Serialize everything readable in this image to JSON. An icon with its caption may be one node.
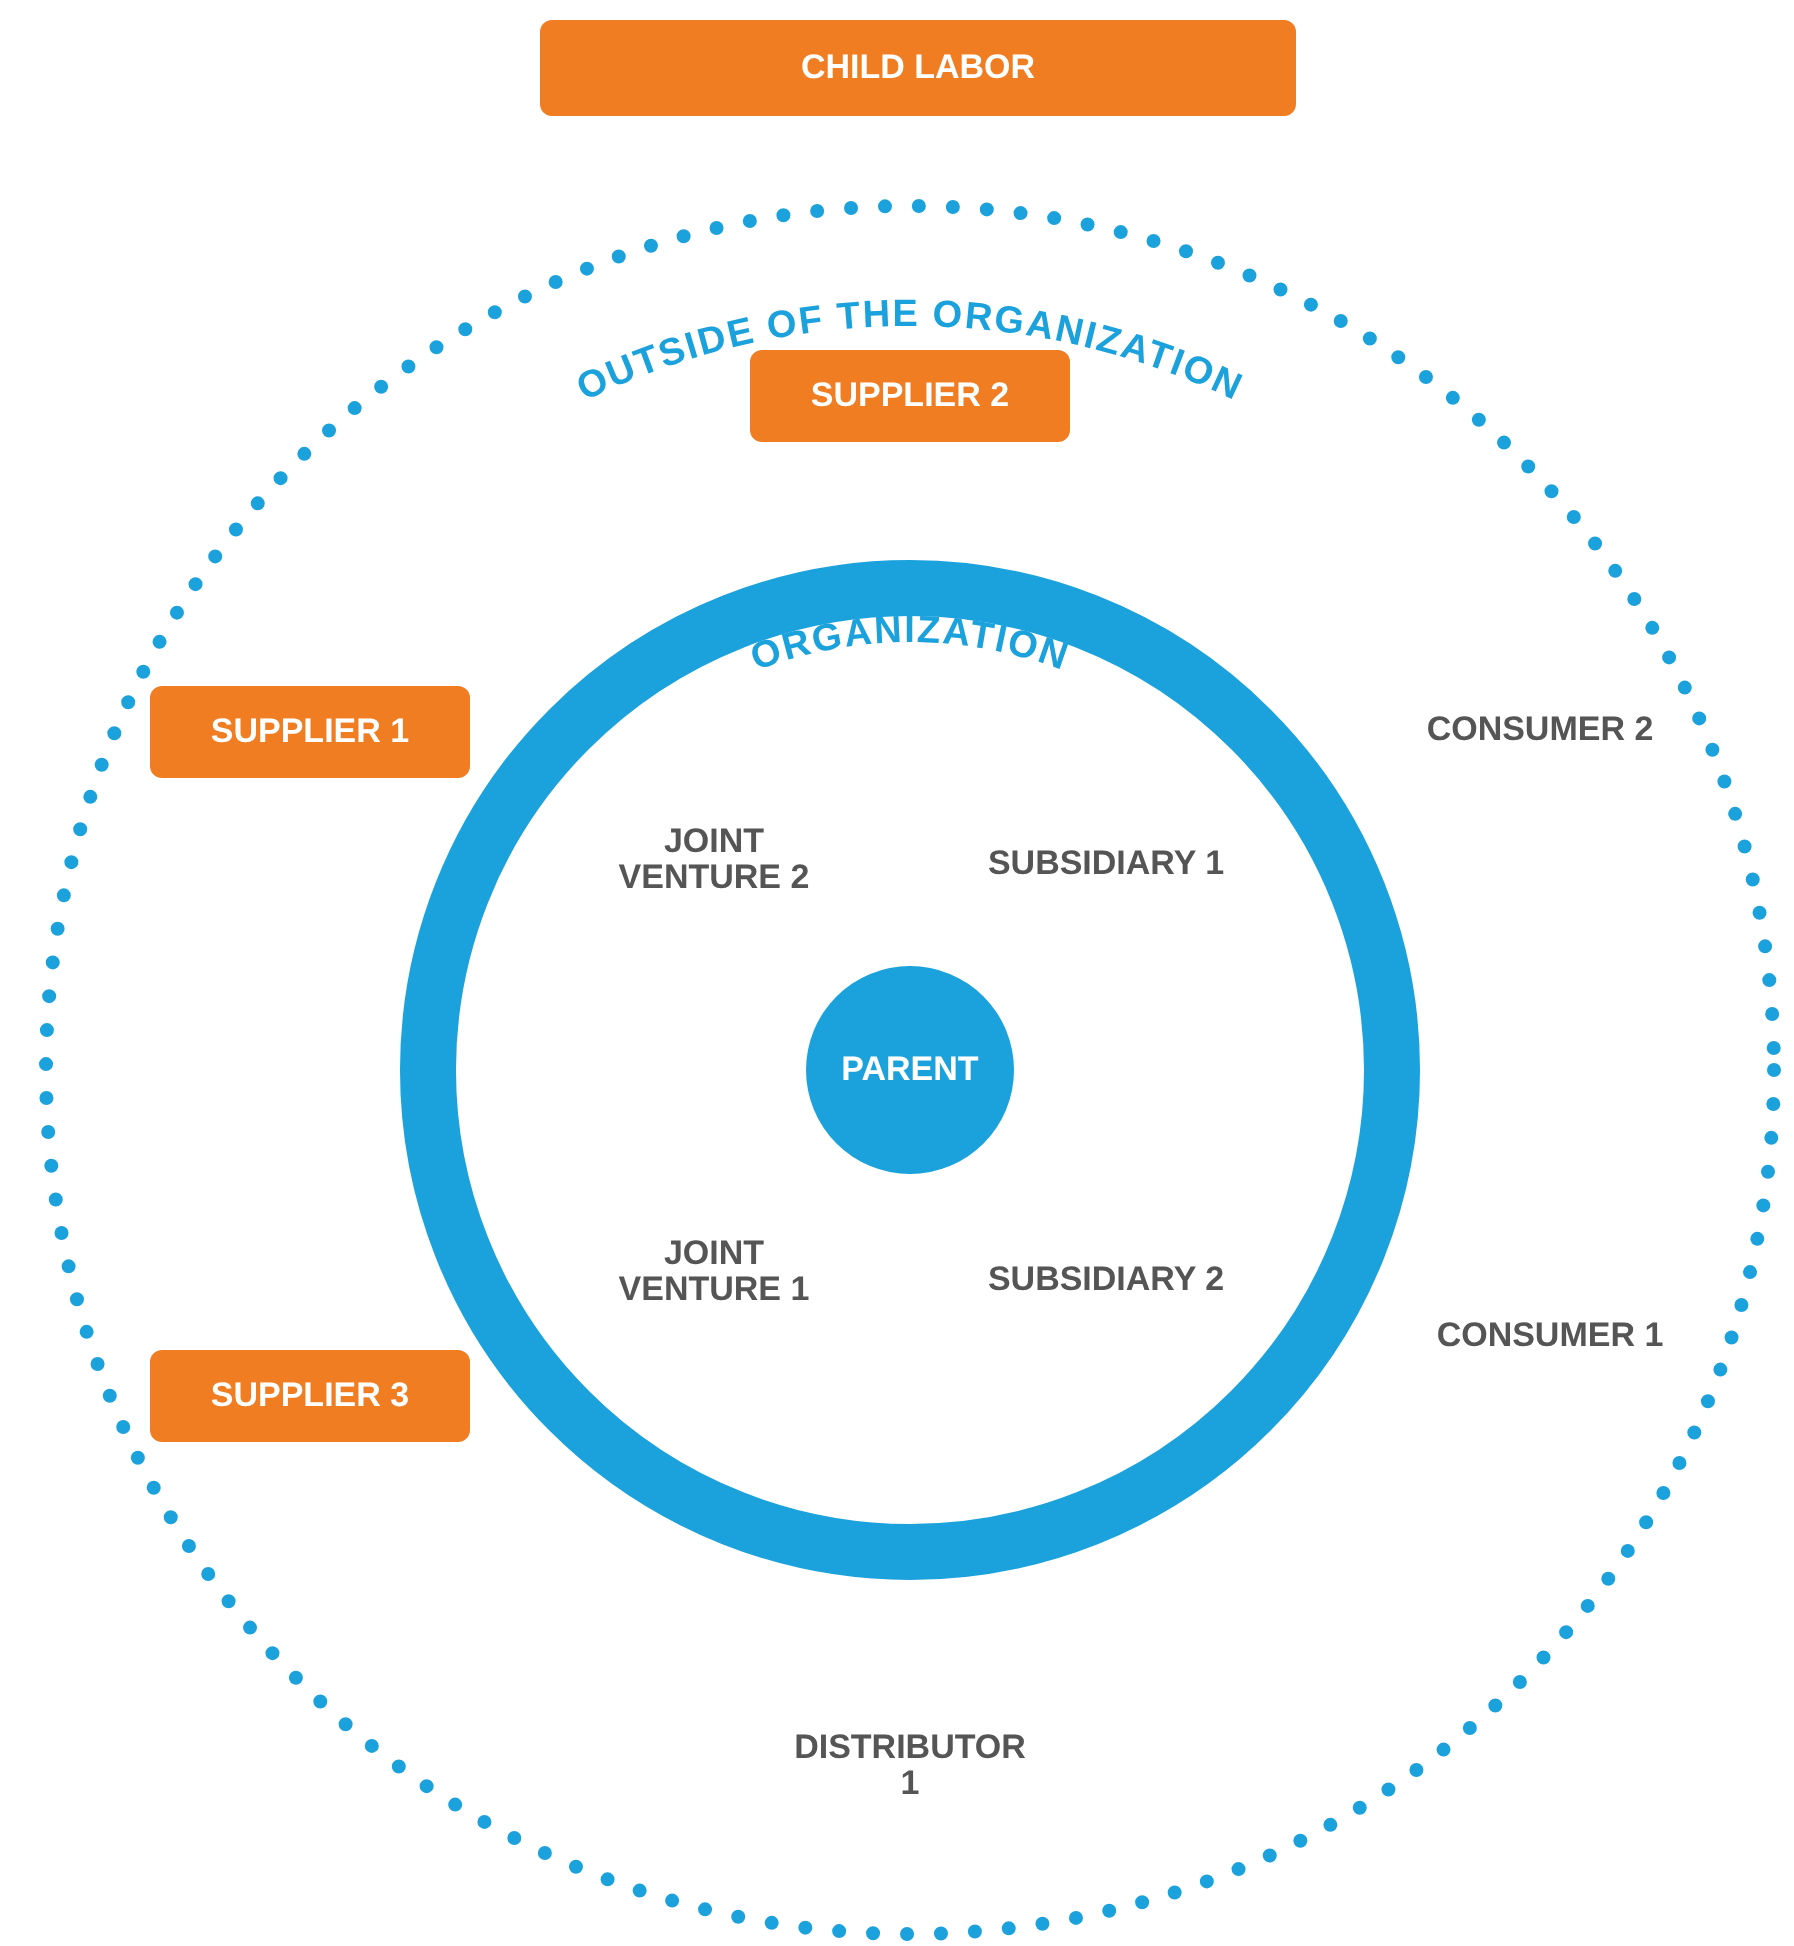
{
  "diagram": {
    "nodes": [
      {
        "text": [
          "CHILD LABOR"
        ]
      },
      {
        "text": [
          "OUTSIDE OF THE ORGANIZATION"
        ]
      },
      {
        "text": [
          "SUPPLIER 2"
        ],
        "in": 1
      },
      {
        "text": [
          "SUPPLIER 1"
        ],
        "in": 1
      },
      {
        "text": [
          "ORGANIZATION"
        ],
        "in": 1
      },
      {
        "text": [
          "PARENT"
        ],
        "in": 4
      },
      {
        "text": [
          "SUPPLIER 3"
        ],
        "in": 1
      }
    ],
    "edges": [],
    "labels": [
      "CONSUMER 2",
      "JOINT VENTURE 2",
      "SUBSIDIARY 1",
      "JOINT VENTURE 1",
      "SUBSIDIARY 2",
      "CONSUMER 1",
      "DISTRIBUTOR 1"
    ]
  }
}
